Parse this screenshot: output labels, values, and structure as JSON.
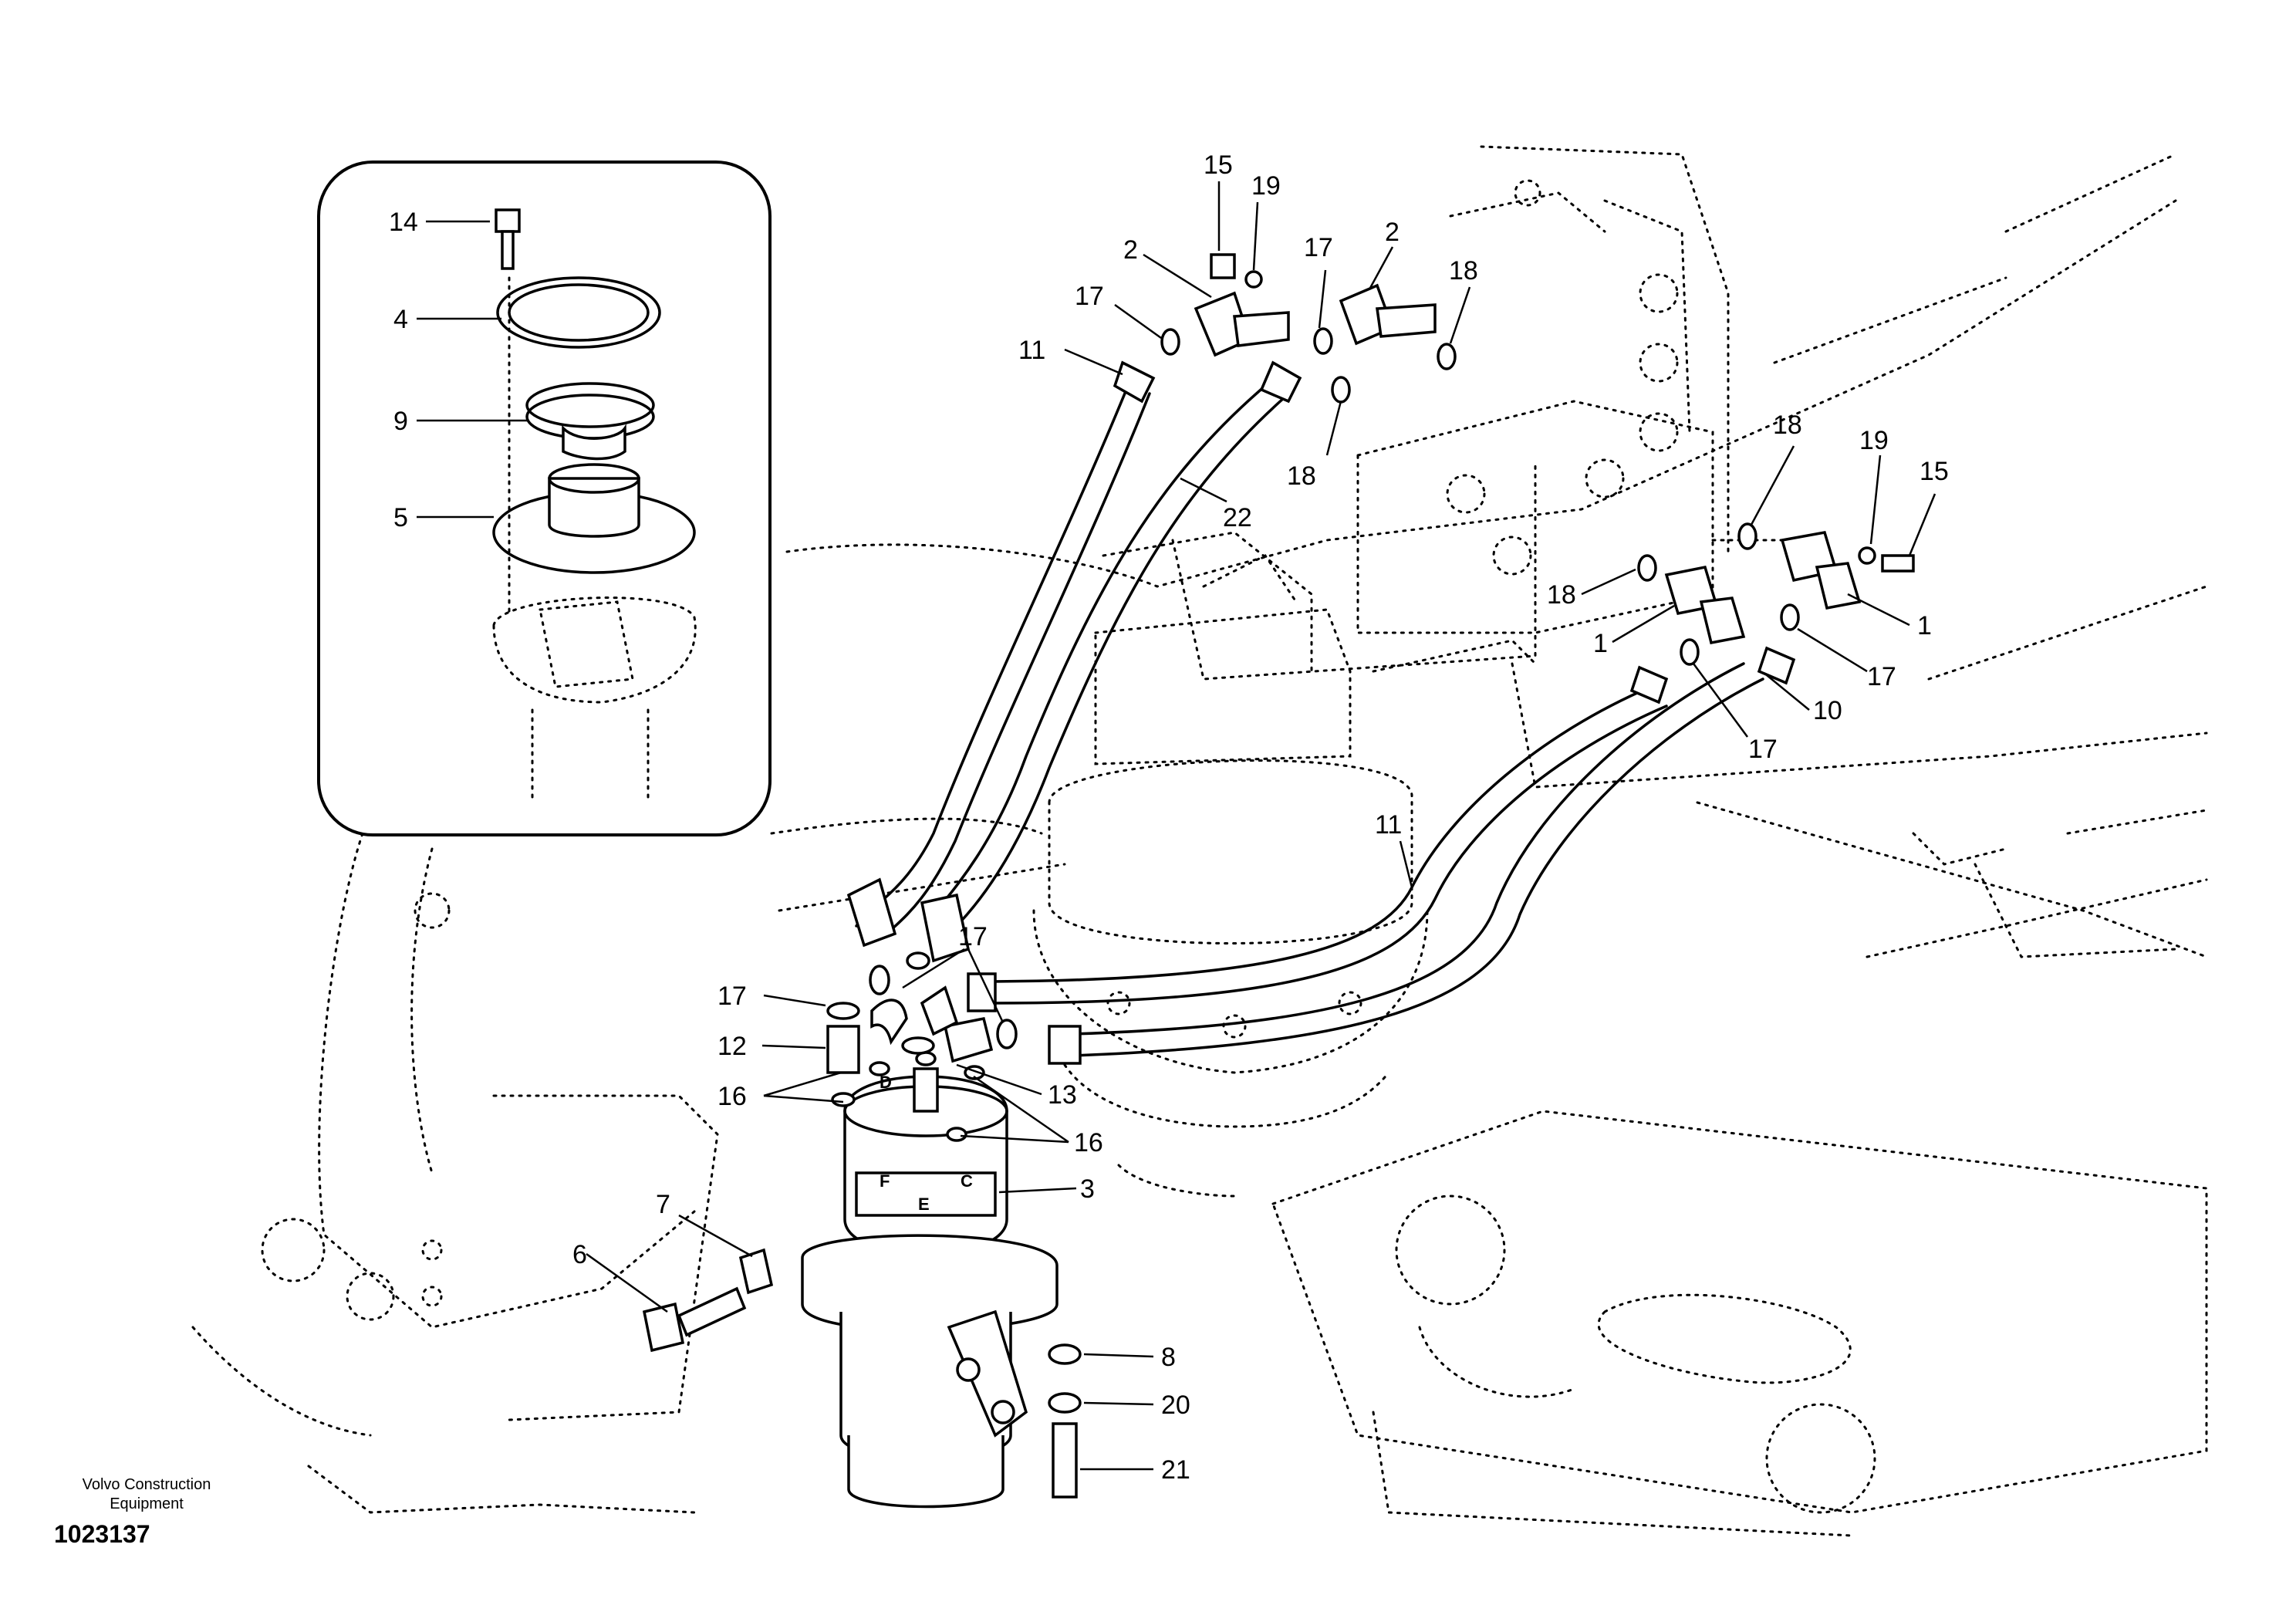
{
  "footer": {
    "company_line1": "Volvo Construction",
    "company_line2": "Equipment",
    "drawing_number": "1023137"
  },
  "callouts": {
    "c14": "14",
    "c4": "4",
    "c9": "9",
    "c5": "5",
    "c15a": "15",
    "c19a": "19",
    "c2a": "2",
    "c17a": "17",
    "c17b": "17",
    "c2b": "2",
    "c18a": "18",
    "c11a": "11",
    "c18b": "18",
    "c22": "22",
    "c18c": "18",
    "c19b": "19",
    "c15b": "15",
    "c18d": "18",
    "c1a": "1",
    "c1b": "1",
    "c17c": "17",
    "c10": "10",
    "c17d": "17",
    "c11b": "11",
    "c17e": "17",
    "c17f": "17",
    "c12": "12",
    "c16a": "16",
    "c13": "13",
    "c16b": "16",
    "c3": "3",
    "c7": "7",
    "c6": "6",
    "c8": "8",
    "c20": "20",
    "c21": "21"
  },
  "ports": {
    "d": "D",
    "f": "F",
    "c": "C",
    "e": "E"
  }
}
